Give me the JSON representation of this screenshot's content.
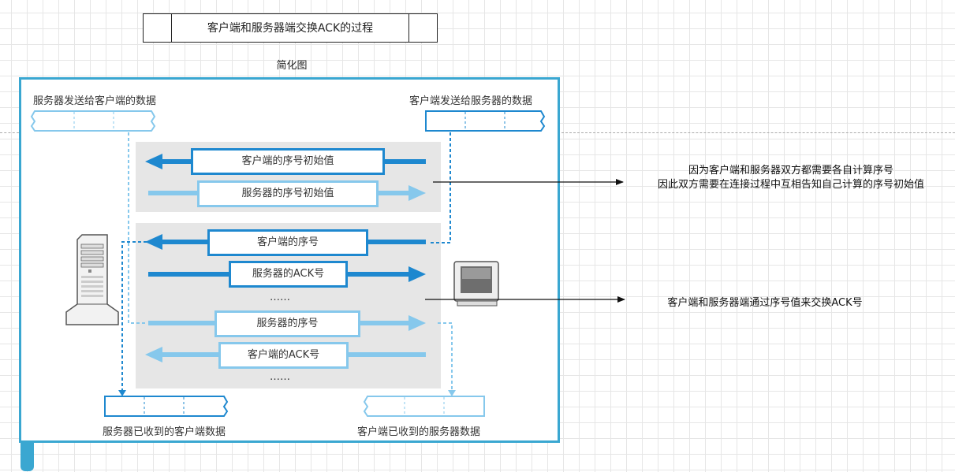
{
  "title": "客户端和服务器端交换ACK的过程",
  "subtitle": "简化图",
  "labels": {
    "server_send": "服务器发送给客户端的数据",
    "client_send": "客户端发送给服务器的数据",
    "server_received": "服务器已收到的客户端数据",
    "client_received": "客户端已收到的服务器数据"
  },
  "messages": {
    "client_init_seq": "客户端的序号初始值",
    "server_init_seq": "服务器的序号初始值",
    "client_seq": "客户端的序号",
    "server_ack": "服务器的ACK号",
    "ellipsis_1": "……",
    "server_seq": "服务器的序号",
    "client_ack": "客户端的ACK号",
    "ellipsis_2": "……"
  },
  "notes": {
    "note1_line1": "因为客户端和服务器双方都需要各自计算序号",
    "note1_line2": "因此双方需要在连接过程中互相告知自己计算的序号初始值",
    "note2": "客户端和服务器端通过序号值来交换ACK号"
  },
  "icons": {
    "server": "server-tower-icon",
    "client": "monitor-icon"
  },
  "colors": {
    "frame": "#3aa7d1",
    "arrow_dark": "#1e88cf",
    "arrow_light": "#86c8ec",
    "panel": "#e6e6e6"
  }
}
